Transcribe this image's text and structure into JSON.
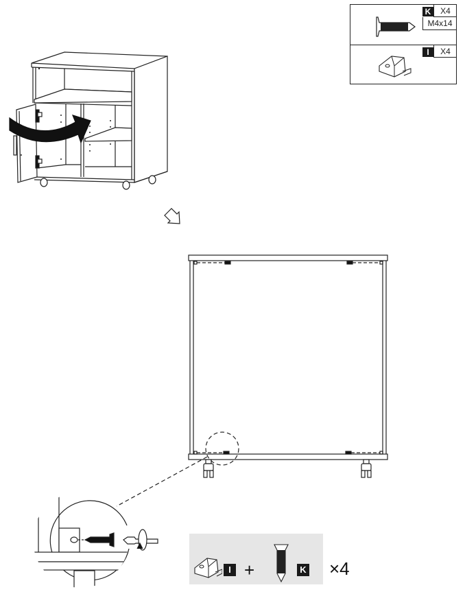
{
  "parts_table": {
    "rows": [
      {
        "part_icon": "screw-icon",
        "letter": "K",
        "quantity": "X4",
        "size": "M4x14"
      },
      {
        "part_icon": "connector-block-icon",
        "letter": "I",
        "quantity": "X4"
      }
    ]
  },
  "step_arrow": "arrow-down-right-icon",
  "overview": {
    "description": "Cabinet with door swung open",
    "arrow_direction": "swing-right"
  },
  "detail": {
    "action": "screw connector into panel with screwdriver"
  },
  "formula": {
    "part1_letter": "I",
    "plus": "+",
    "part2_letter": "K",
    "multiplier": "×4"
  }
}
